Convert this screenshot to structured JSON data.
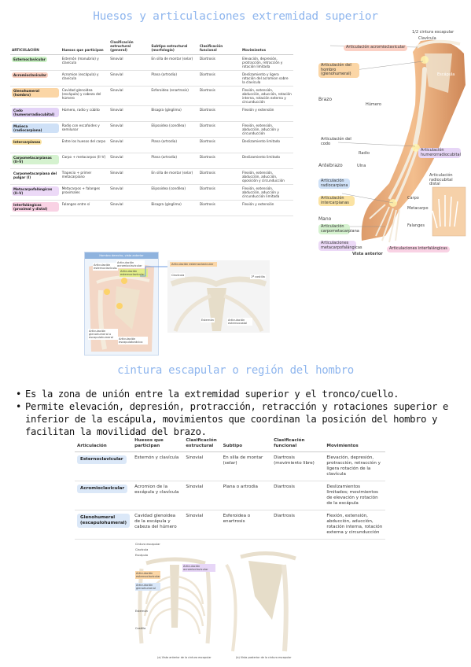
{
  "titles": {
    "main": "Huesos y articulaciones extremidad superior",
    "section": "cintura escapular o región del hombro"
  },
  "table1": {
    "headers": [
      "ARTICULACIÓN",
      "Huesos que participan",
      "Clasificación estructural (general)",
      "Subtipo estructural (morfología)",
      "Clasificación funcional",
      "Movimientos"
    ],
    "rows": [
      {
        "name": "Esternoclavicular",
        "color": "#c9f0c3",
        "bones": "Esternón (manubrio) y clavícula",
        "struct": "Sinovial",
        "subtype": "En silla de montar (selar)",
        "func": "Diartrosis",
        "moves": "Elevación, depresión, protracción, retracción y rotación limitada"
      },
      {
        "name": "Acromioclavicular",
        "color": "#f9cfc0",
        "bones": "Acromion (escápula) y clavícula",
        "struct": "Sinovial",
        "subtype": "Plana (artrodia)",
        "func": "Diartrosis",
        "moves": "Deslizamiento y ligera rotación del acromion sobre la clavícula"
      },
      {
        "name": "Glenohumeral (hombro)",
        "color": "#fbd6a6",
        "bones": "Cavidad glenoidea (escápula) y cabeza del húmero",
        "struct": "Sinovial",
        "subtype": "Esferoidea (enartrosis)",
        "func": "Diartrosis",
        "moves": "Flexión, extensión, abducción, aducción, rotación interna, rotación externa y circunducción"
      },
      {
        "name": "Codo (humerorradiocubital)",
        "color": "#e3d3f7",
        "bones": "Húmero, radio y cúbito",
        "struct": "Sinovial",
        "subtype": "Bisagra (gínglimo)",
        "func": "Diartrosis",
        "moves": "Flexión y extensión"
      },
      {
        "name": "Muñeca (radiocarpiana)",
        "color": "#cfe1f7",
        "bones": "Radio con escafoides y semilunar",
        "struct": "Sinovial",
        "subtype": "Elipsoidea (condílea)",
        "func": "Diartrosis",
        "moves": "Flexión, extensión, abducción, aducción y circunducción"
      },
      {
        "name": "Intercarpianas",
        "color": "#fbe3a3",
        "bones": "Entre los huesos del carpo",
        "struct": "Sinovial",
        "subtype": "Plana (artrodia)",
        "func": "Diartrosis",
        "moves": "Deslizamiento limitado"
      },
      {
        "name": "Carpometacarpianas (II–V)",
        "color": "#d5f2cf",
        "bones": "Carpo + metacarpos (II–V)",
        "struct": "Sinovial",
        "subtype": "Plana (artrodia)",
        "func": "Diartrosis",
        "moves": "Deslizamiento limitado"
      },
      {
        "name": "Carpometacarpiana del pulgar (I)",
        "color": "",
        "bones": "Trapecio + primer metacarpiano",
        "struct": "Sinovial",
        "subtype": "En silla de montar (selar)",
        "func": "Diartrosis",
        "moves": "Flexión, extensión, abducción, aducción, oposición y circunducción"
      },
      {
        "name": "Metacarpofalángicas (II–V)",
        "color": "#ecd9f7",
        "bones": "Metacarpos + falanges proximales",
        "struct": "Sinovial",
        "subtype": "Elipsoidea (condílea)",
        "func": "Diartrosis",
        "moves": "Flexión, extensión, abducción, aducción y circunducción limitada"
      },
      {
        "name": "Interfalángicas (proximal y distal)",
        "color": "#f9d2e4",
        "bones": "Falanges entre sí",
        "struct": "Sinovial",
        "subtype": "Bisagra (gínglimo)",
        "func": "Diartrosis",
        "moves": "Flexión y extensión"
      }
    ]
  },
  "arm": {
    "top_labels": [
      "1/2 cintura escapular",
      "Clavícula"
    ],
    "acromio": "Articulación acromioclavicular",
    "escapula": "Escápula",
    "hombro": "Articulación del hombro (glenohumeral)",
    "humero": "Húmero",
    "brazo": "Brazo",
    "codo": "Articulación del codo",
    "radio": "Radio",
    "ulna": "Ulna",
    "humerocubital": "Articulación humerorradiocubital",
    "antebrazo": "Antebrazo",
    "radiocubital": "Articulación radiocubital distal",
    "radiocarpiana": "Articulación radiocarpiana",
    "intercarpianas": "Articulación intercarpianas",
    "carpo": "Carpo",
    "metacarpo": "Metacarpo",
    "falanges": "Falanges",
    "mano": "Mano",
    "carpometa": "Articulación carpometacarpiana",
    "metafal": "Articulaciones metacarpofalángicas",
    "interfal": "Articulaciones interfalángicas",
    "vista": "Vista anterior"
  },
  "fig1": {
    "header": "Hombro derecho, vista anterior",
    "l1": "Articulación esternoclavicular",
    "l2": "Articulación acromioclavicular",
    "l3": "Articulación esternoclavicular",
    "l4": "Articulación glenohumeral o escapulohumeral",
    "l5": "Articulación escapulotorácica"
  },
  "fig2": {
    "l1": "Articulación esternoclavicular",
    "l2": "Clavícula",
    "l3": "1ª costilla",
    "l4": "Esternón",
    "l5": "Articulación esternocostal"
  },
  "bullets": [
    "Es la zona de unión entre la extremidad superior y el tronco/cuello.",
    "Permite elevación, depresión, protracción, retracción y rotaciones superior e inferior de la escápula, movimientos que coordinan la posición del hombro y facilitan la movilidad del brazo."
  ],
  "table2": {
    "headers": [
      "Articulación",
      "Huesos que participan",
      "Clasificación estructural",
      "Subtipo",
      "Clasificación funcional",
      "Movimientos"
    ],
    "rows": [
      {
        "name": "Esternoclavicular",
        "bones": "Esternón y clavícula",
        "struct": "Sinovial",
        "subtype": "En silla de montar (selar)",
        "func": "Diartrosis (movimiento libre)",
        "moves": "Elevación, depresión, protracción, retracción y ligera rotación de la clavícula"
      },
      {
        "name": "Acromioclavicular",
        "bones": "Acromion de la escápula y clavícula",
        "struct": "Sinovial",
        "subtype": "Plana o artrodia",
        "func": "Diartrosis",
        "moves": "Deslizamientos limitados; movimientos de elevación y rotación de la escápula"
      },
      {
        "name": "Glenohumeral (escapulohumeral)",
        "bones": "Cavidad glenoidea de la escápula y cabeza del húmero",
        "struct": "Sinovial",
        "subtype": "Esferoidea o enartrosis",
        "func": "Diartrosis",
        "moves": "Flexión, extensión, abducción, aducción, rotación interna, rotación externa y circunducción"
      }
    ]
  },
  "fig3": {
    "l1": "Cintura escapular",
    "l2": "Clavícula",
    "l3": "Escápula",
    "l4": "Articulación acromioclavicular",
    "l5": "Articulación esternoclavicular",
    "l6": "Articulación glenohumeral",
    "l7": "Esternón",
    "l8": "Costilla",
    "cap_a": "(a) Vista anterior de la cintura escapular",
    "cap_b": "(b) Vista posterior de la cintura escapular"
  }
}
